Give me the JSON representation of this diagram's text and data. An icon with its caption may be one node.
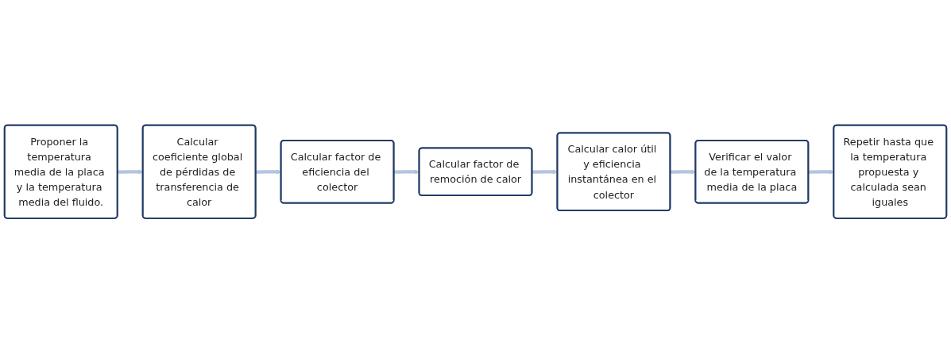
{
  "diagram": {
    "nodes": [
      {
        "text": [
          "Proponer la temperatura media de la placa y la temperatura media del fluido."
        ]
      },
      {
        "text": [
          "Calcular coeficiente global de pérdidas de transferencia de calor"
        ]
      },
      {
        "text": [
          "Calcular factor de eficiencia del colector"
        ]
      },
      {
        "text": [
          "Calcular factor de remoción de calor"
        ]
      },
      {
        "text": [
          "Calcular calor útil y eficiencia instantánea en el colector"
        ]
      },
      {
        "text": [
          "Verificar el valor de la temperatura media de la placa"
        ]
      },
      {
        "text": [
          "Repetir hasta que la temperatura propuesta y calculada sean iguales"
        ]
      }
    ],
    "edges": [
      {
        "from": 0,
        "to": 1,
        "arrow": "to"
      },
      {
        "from": 1,
        "to": 2,
        "arrow": "to"
      },
      {
        "from": 2,
        "to": 3,
        "arrow": "to"
      },
      {
        "from": 3,
        "to": 4,
        "arrow": "to"
      },
      {
        "from": 4,
        "to": 5,
        "arrow": "to"
      },
      {
        "from": 5,
        "to": 6,
        "arrow": "to"
      }
    ]
  }
}
